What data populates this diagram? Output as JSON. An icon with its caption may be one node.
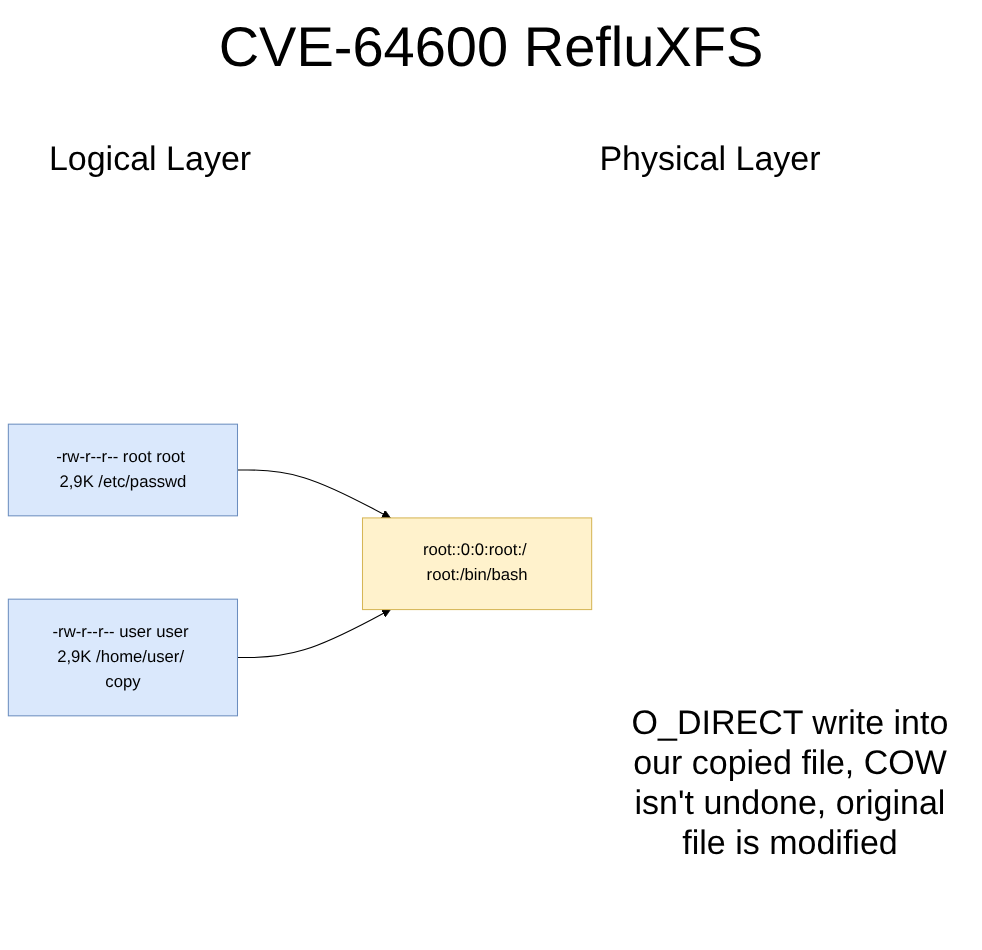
{
  "diagram": {
    "title": "CVE-64600 RefluXFS",
    "nodes": [
      {
        "text": [
          "-rw-r--r-- root root 2,9K /etc/passwd"
        ]
      },
      {
        "text": [
          "root::0:0:root:/ root:/bin/bash"
        ]
      },
      {
        "text": [
          "-rw-r--r-- user user 2,9K /home/user/ copy"
        ]
      }
    ],
    "edges": [
      {
        "from": 0,
        "to": 1,
        "arrow": "to"
      },
      {
        "from": 2,
        "to": 1,
        "arrow": "to"
      }
    ],
    "labels": [
      "Logical Layer",
      "Physical Layer",
      "O_DIRECT write into our copied file, COW isn't undone, original file is modified"
    ]
  }
}
